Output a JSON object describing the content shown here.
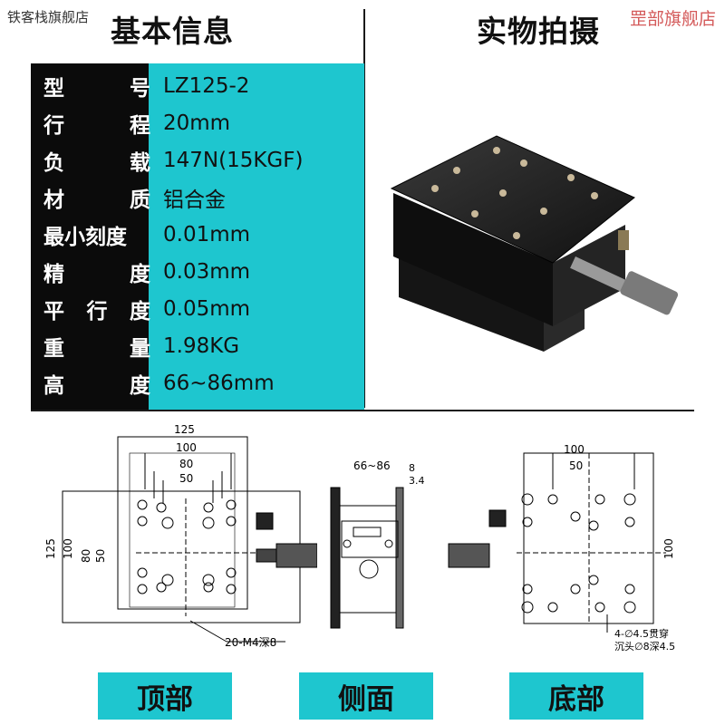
{
  "watermark_left": "铁客栈旗舰店",
  "watermark_right": "罡部旗舰店",
  "header": {
    "left_title": "基本信息",
    "right_title": "实物拍摄"
  },
  "specs": [
    {
      "label": [
        "型",
        "号"
      ],
      "value": "LZ125-2"
    },
    {
      "label": [
        "行",
        "程"
      ],
      "value": "20mm"
    },
    {
      "label": [
        "负",
        "载"
      ],
      "value": "147N(15KGF)"
    },
    {
      "label": [
        "材",
        "质"
      ],
      "value": "铝合金"
    },
    {
      "label": [
        "最小刻度"
      ],
      "value": "0.01mm"
    },
    {
      "label": [
        "精",
        "度"
      ],
      "value": "0.03mm"
    },
    {
      "label": [
        "平",
        "行",
        "度"
      ],
      "value": "0.05mm"
    },
    {
      "label": [
        "重",
        "量"
      ],
      "value": "1.98KG"
    },
    {
      "label": [
        "高",
        "度"
      ],
      "value": "66~86mm"
    }
  ],
  "top_view": {
    "dims": [
      "125",
      "100",
      "80",
      "50"
    ],
    "side_dims": [
      "125",
      "100",
      "80",
      "50"
    ],
    "note": "20-M4深8"
  },
  "side_view": {
    "dims": [
      "66~86",
      "8",
      "3.4"
    ]
  },
  "bottom_view": {
    "dims": [
      "100",
      "50"
    ],
    "side_dim": "100",
    "note_1": "4-∅4.5贯穿",
    "note_2": "沉头∅8深4.5"
  },
  "buttons": {
    "top": "顶部",
    "side": "侧面",
    "bottom": "底部"
  },
  "colors": {
    "accent": "#1ec6cf",
    "label_bg": "#0b0b0b"
  }
}
